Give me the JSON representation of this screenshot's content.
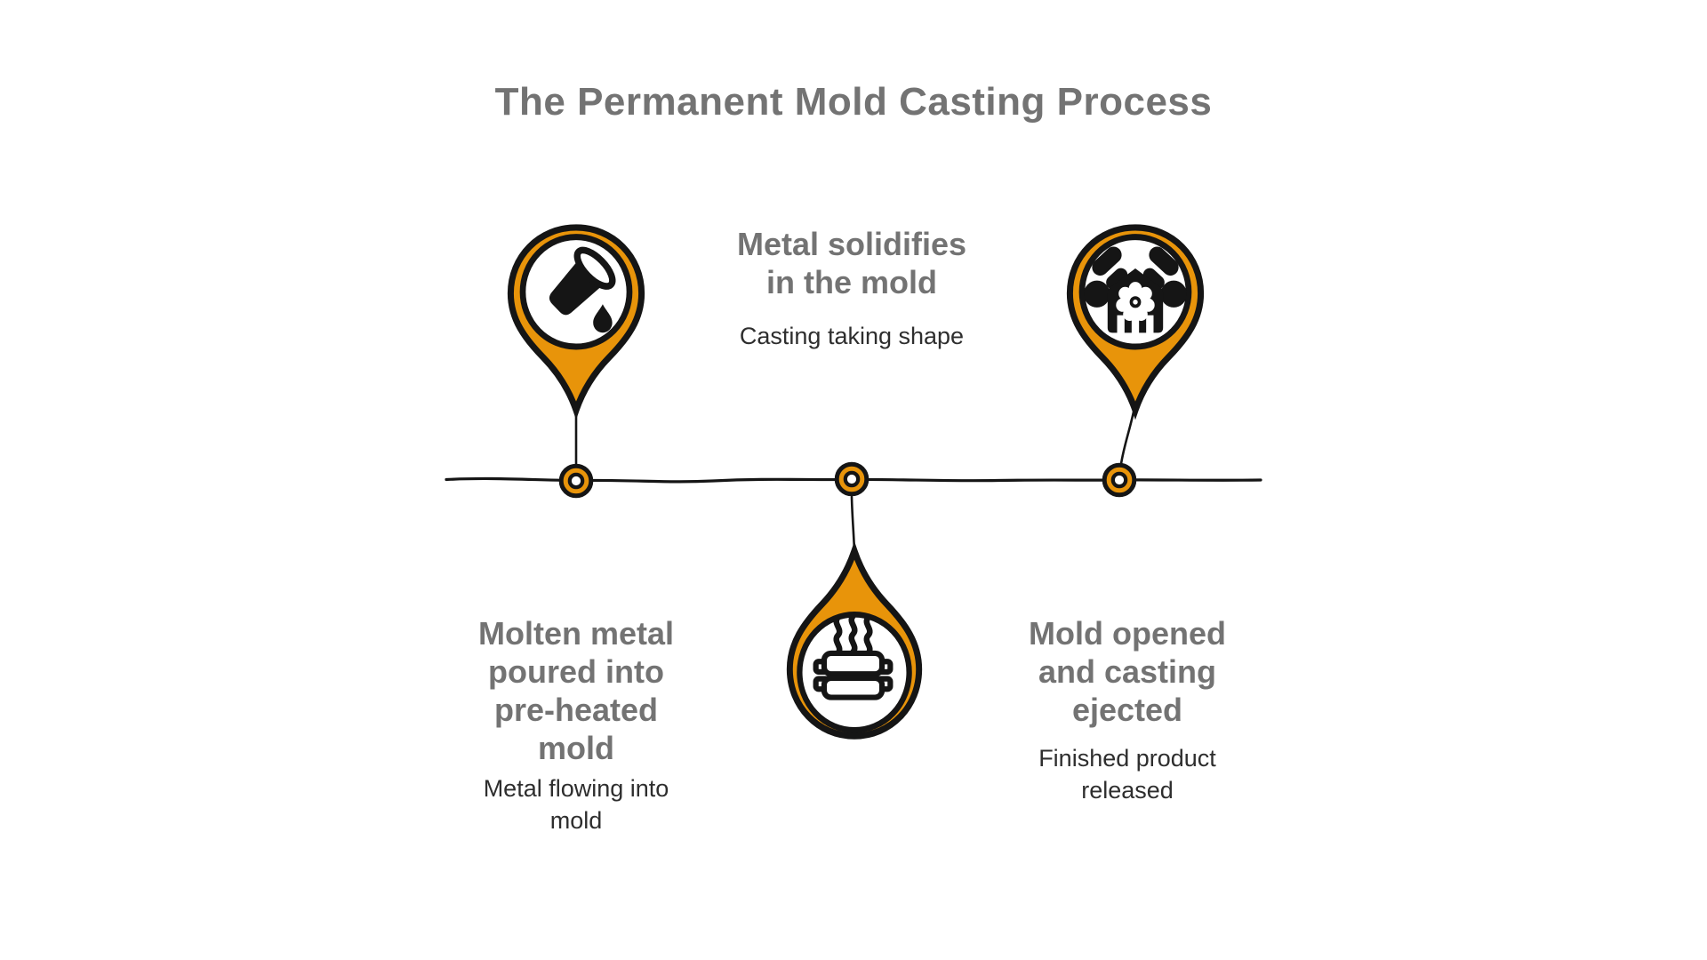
{
  "title": "The Permanent Mold Casting Process",
  "colors": {
    "accent": "#E8940A",
    "outline": "#151515",
    "heading_text": "#737373",
    "body_text": "#2E2E2E",
    "background": "#FFFFFF"
  },
  "steps": [
    {
      "icon": "pouring-crucible-icon",
      "marker": "pin-above-timeline",
      "heading": "Molten metal poured into pre-heated mold",
      "heading_lines": [
        "Molten metal",
        "poured into",
        "pre-heated",
        "mold"
      ],
      "subtitle": "Metal flowing into mold",
      "subtitle_lines": [
        "Metal flowing into",
        "mold"
      ]
    },
    {
      "icon": "heated-mold-icon",
      "marker": "teardrop-below-timeline",
      "heading": "Metal solidifies in the mold",
      "heading_lines": [
        "Metal solidifies",
        "in the mold"
      ],
      "subtitle": "Casting taking shape",
      "subtitle_lines": [
        "Casting taking shape"
      ]
    },
    {
      "icon": "casting-machine-icon",
      "marker": "pin-above-timeline",
      "heading": "Mold opened and casting ejected",
      "heading_lines": [
        "Mold opened",
        "and casting",
        "ejected"
      ],
      "subtitle": "Finished product released",
      "subtitle_lines": [
        "Finished product",
        "released"
      ]
    }
  ]
}
